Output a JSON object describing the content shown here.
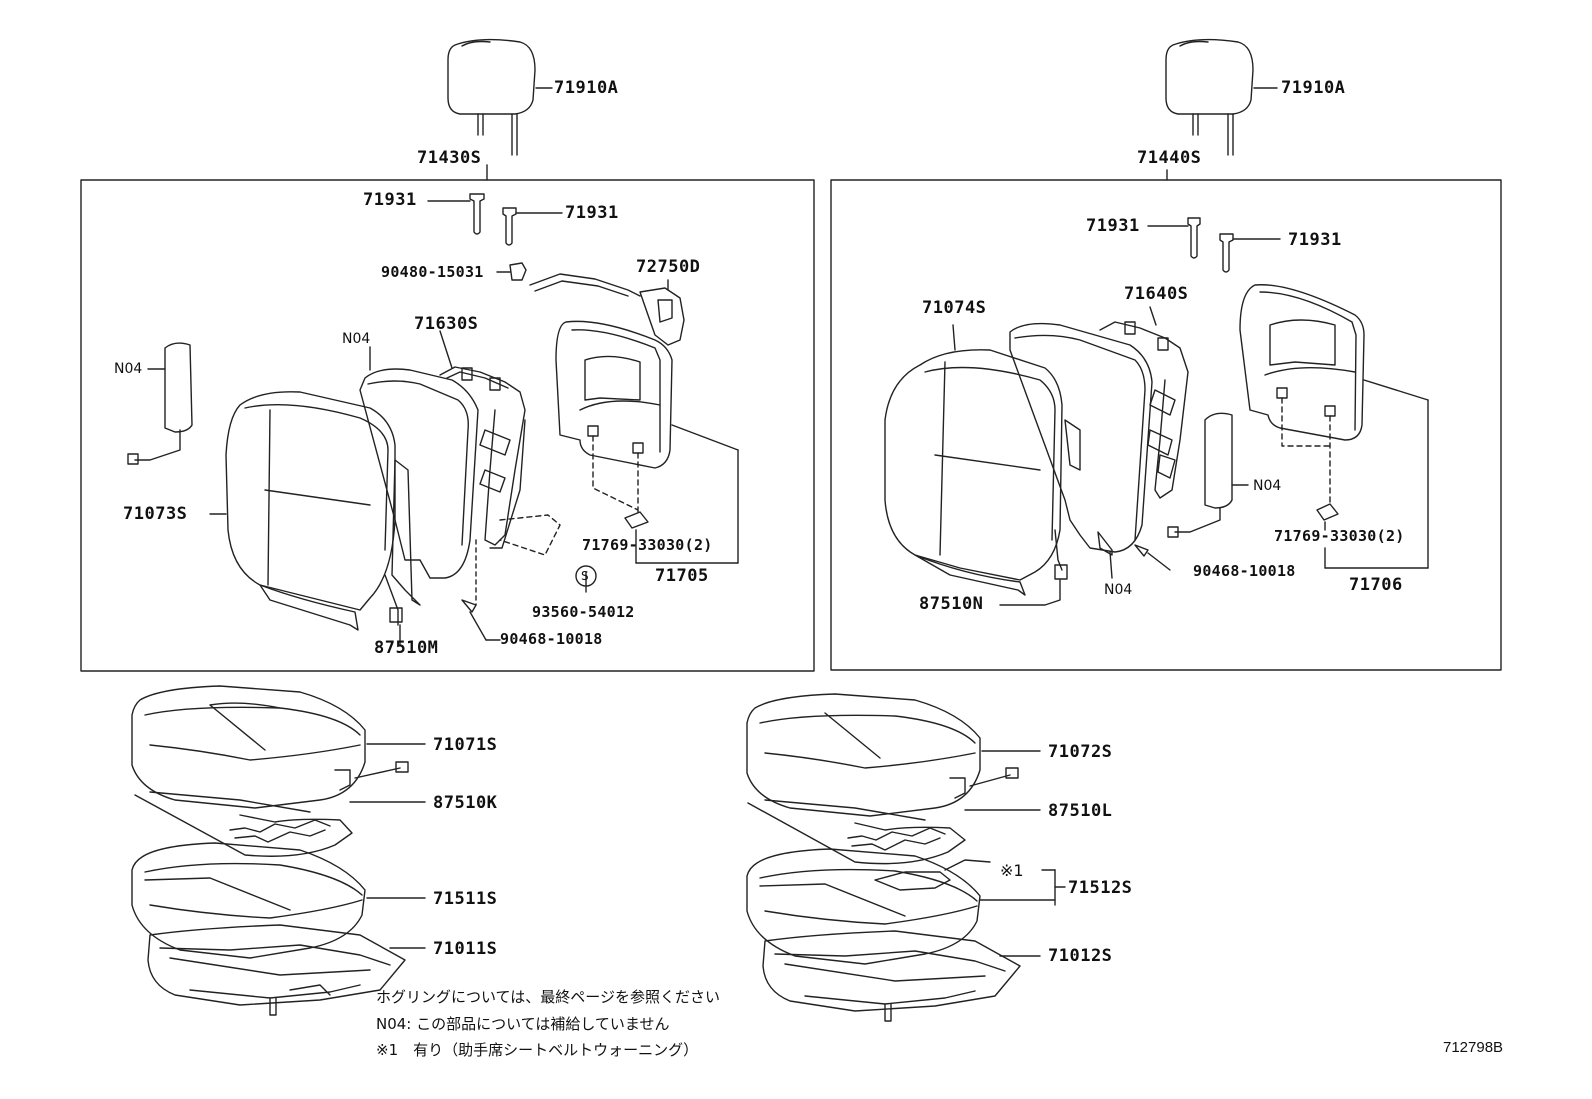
{
  "left": {
    "headrest": "71910A",
    "assembly": "71430S",
    "pin_a": "71931",
    "pin_b": "71931",
    "bolt": "90480-15031",
    "lock": "72750D",
    "frame": "71630S",
    "n04_top": "N04",
    "n04_airbag": "N04",
    "cover": "71073S",
    "clip": "71769-33030(2)",
    "board": "71705",
    "s_mark": "S",
    "screw": "93560-54012",
    "nut": "90468-10018",
    "wire": "87510M"
  },
  "right": {
    "headrest": "71910A",
    "assembly": "71440S",
    "pin_a": "71931",
    "pin_b": "71931",
    "cover": "71074S",
    "frame": "71640S",
    "n04_airbag": "N04",
    "clip": "71769-33030(2)",
    "nut": "90468-10018",
    "board": "71706",
    "n04_bottom": "N04",
    "wire": "87510N"
  },
  "cushion_left": {
    "cover": "71071S",
    "heater": "87510K",
    "pad": "71511S",
    "frame": "71011S"
  },
  "cushion_right": {
    "cover": "71072S",
    "heater": "87510L",
    "mark": "※1",
    "pad": "71512S",
    "frame": "71012S"
  },
  "notes": {
    "line1": "ホグリングについては、最終ページを参照ください",
    "line2": "N04: この部品については補給していません",
    "line3": "※1　有り（助手席シートベルトウォーニング）"
  },
  "ref_code": "712798B"
}
